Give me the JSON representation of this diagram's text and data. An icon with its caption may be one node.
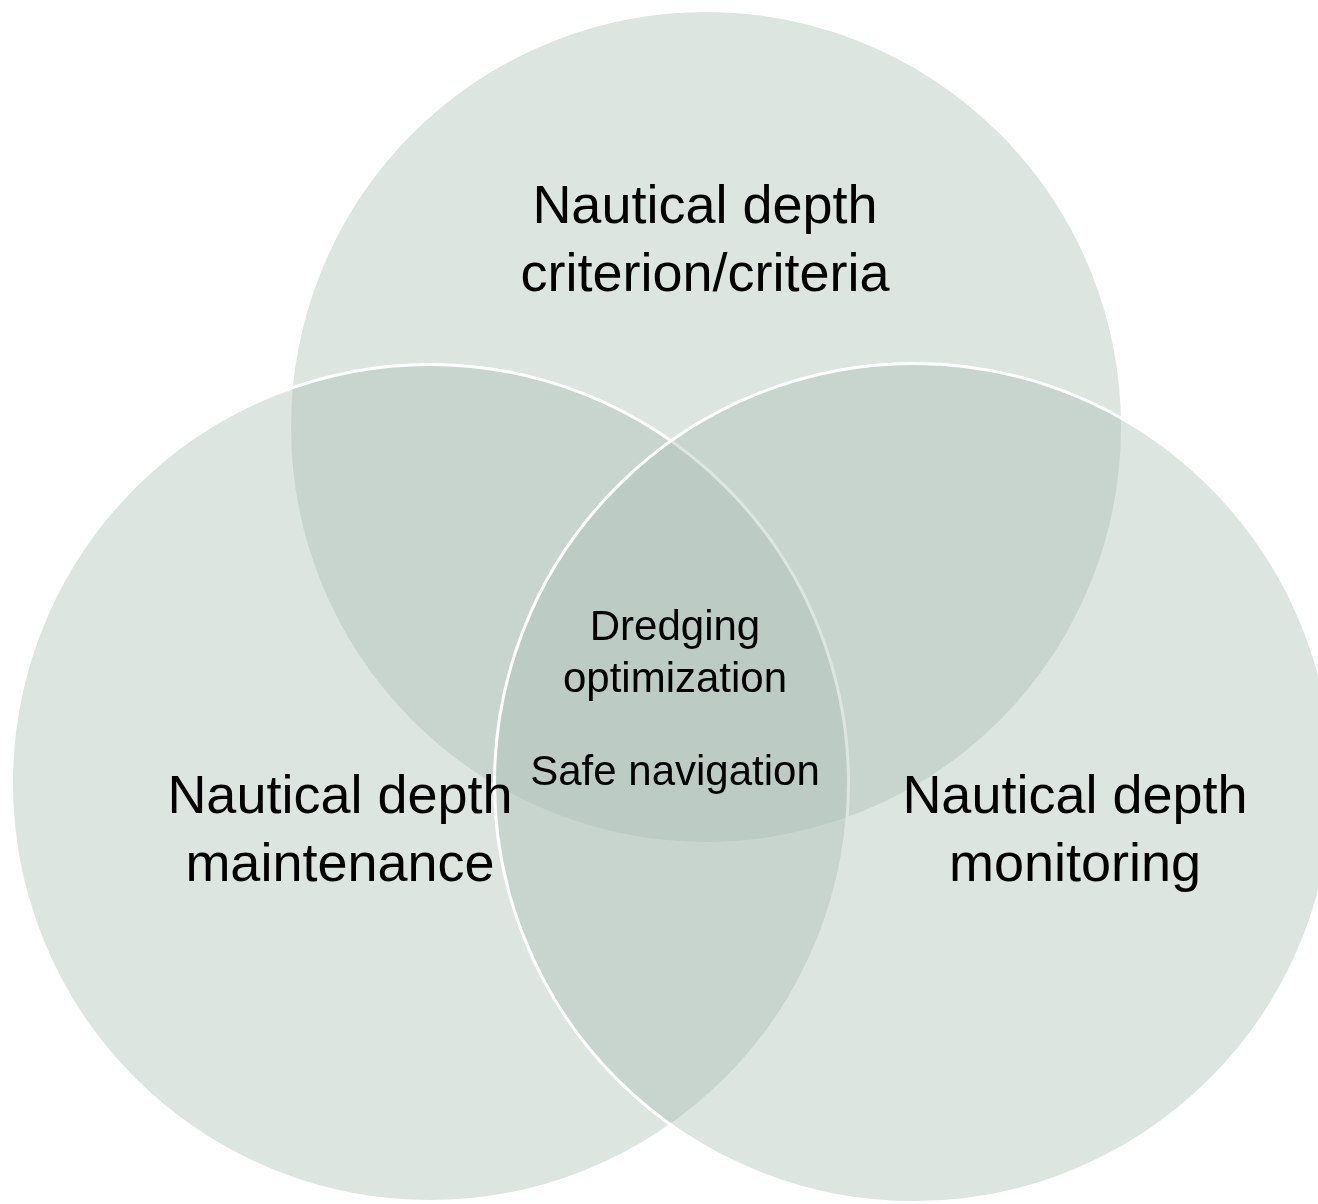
{
  "diagram": {
    "nodes": [
      {
        "text": [
          "Nautical depth criterion/criteria"
        ]
      },
      {
        "text": [
          "Nautical depth maintenance"
        ]
      },
      {
        "text": [
          "Nautical depth monitoring"
        ]
      }
    ],
    "labels": [
      "Dredging optimization",
      "Safe navigation"
    ]
  }
}
